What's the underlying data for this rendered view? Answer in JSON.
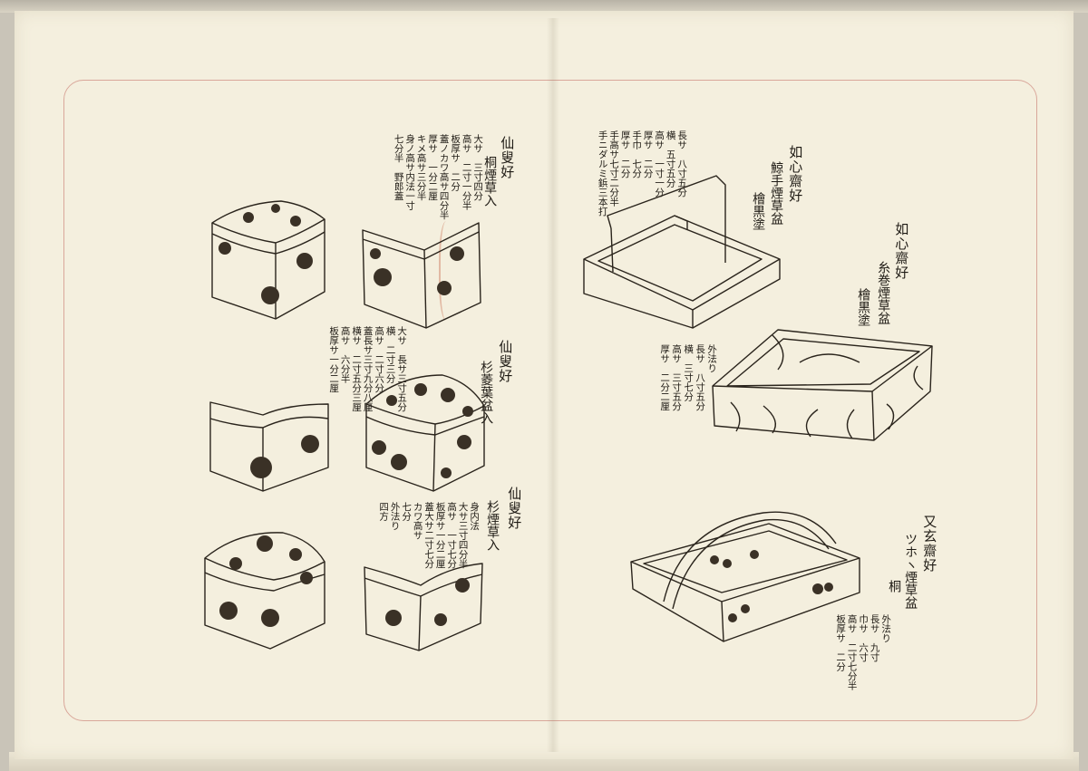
{
  "left_page": {
    "item1": {
      "title": "仙叟好",
      "name": "桐煙草入",
      "specs": [
        "大サ　三寸四分",
        "高サ　二寸一分半",
        "板厚サ　二分",
        "蓋ノカワ高サ四分半",
        "厚サ　一分二厘",
        "キメ高サ三分半",
        "身ノ高サ内法一寸",
        "七分半　野郎蓋"
      ]
    },
    "item2": {
      "title": "仙叟好",
      "name": "杉菱葉盆入",
      "specs": [
        "大サ　長サ三寸五分",
        "横　二寸三分",
        "高サ　二寸六分",
        "蓋長サ三寸九分八厘",
        "横サ　二寸五分三厘",
        "高サ　六分半",
        "板厚サ一分二厘"
      ]
    },
    "item3": {
      "title": "仙叟好",
      "name": "杉煙草入",
      "specs": [
        "身内法",
        "大サ三寸四分半",
        "高サ　一寸七分",
        "板厚サ一分二厘",
        "蓋大サ二寸七分",
        "カワ高サ",
        "七分",
        "外法り",
        "四方"
      ]
    }
  },
  "right_page": {
    "item1": {
      "title": "如心齋好",
      "name": "鯨手煙草盆",
      "finish": "檜黒塗",
      "specs": [
        "長サ　八寸五分",
        "横　五寸五分",
        "高サ　一寸一分",
        "厚サ　二分",
        "手巾　七分",
        "厚サ　二分",
        "手高サ七寸二分半",
        "手ニダルミ鋲三本打"
      ]
    },
    "item2": {
      "title": "如心齋好",
      "name": "糸巻煙草盆",
      "finish": "檜黒塗",
      "specs": [
        "外法り",
        "長サ　八寸五分",
        "横　三寸七分",
        "高サ　三寸五分",
        "厚サ　二分二厘"
      ]
    },
    "item3": {
      "title": "又玄齋好",
      "name": "ツホヽ煙草盆",
      "finish": "桐",
      "specs": [
        "外法り",
        "長サ　九寸",
        "巾サ　六寸",
        "高サ　二寸七分半",
        "板厚サ　二分"
      ]
    }
  }
}
